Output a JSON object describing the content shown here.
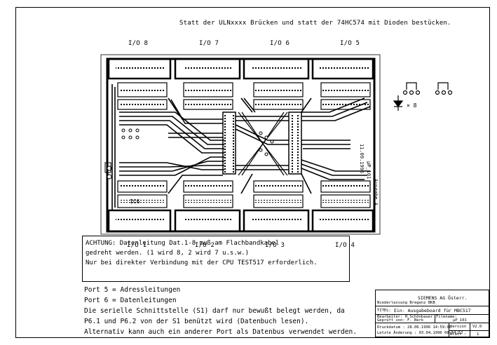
{
  "top_note": "Statt der ULNxxxx Brücken und statt der 74HC574 mit Dioden bestücken.",
  "io_top": [
    "I/O 8",
    "I/O 7",
    "I/O 6",
    "I/O 5"
  ],
  "io_bottom": [
    "I/O 1",
    "I/O 2",
    "I/O 3",
    "I/O 4"
  ],
  "pcb": {
    "ic_label": "IC6",
    "side_text_1": "11.09.1996",
    "side_text_2": "µP_101",
    "side_text_3": "Ausgabe A",
    "diode_multiplier": "× 8"
  },
  "warning": {
    "line1": "ACHTUNG: Datenleitung Dat.1-8 muß am Flachbandkabel",
    "line2": "gedreht werden. (1 wird 8, 2 wird 7 u.s.w.)",
    "line3": "Nur bei direkter Verbindung mit der CPU  TEST517  erforderlich."
  },
  "notes": {
    "line1": "Port 5 = Adressleitungen",
    "line2": "Port 6 = Datenleitungen",
    "line3": "Die serielle Schnittstelle (S1) darf nur bewußt belegt werden, da",
    "line4": "P6.1 und P6.2 von der S1 benützt wird (Datenbuch lesen).",
    "line5": "Alternativ kann auch ein anderer Port als Datenbus verwendet werden."
  },
  "title_block": {
    "company": "SIEMENS AG Österr.",
    "branch": "Niederlassung Bregenz BKB",
    "titel_label": "TITEL:",
    "titel_value": "Ein- Ausgabeboard für MBC517",
    "bearbeiter": "Bearbeiter: H.Schönbauer",
    "geprueft": "Geprüft von: F. Berk",
    "filename_label": "Filename:",
    "filename_value": "µP_101",
    "druckdatum": "Druckdatum   : 28.06.1996 14:59:00",
    "aenderung": "Letzte Änderung : 03.04.1996 08:54:52",
    "version_label": "Version",
    "version_value": "V2.0",
    "blatt_label": "Blatt :",
    "blatt_value": "1"
  }
}
